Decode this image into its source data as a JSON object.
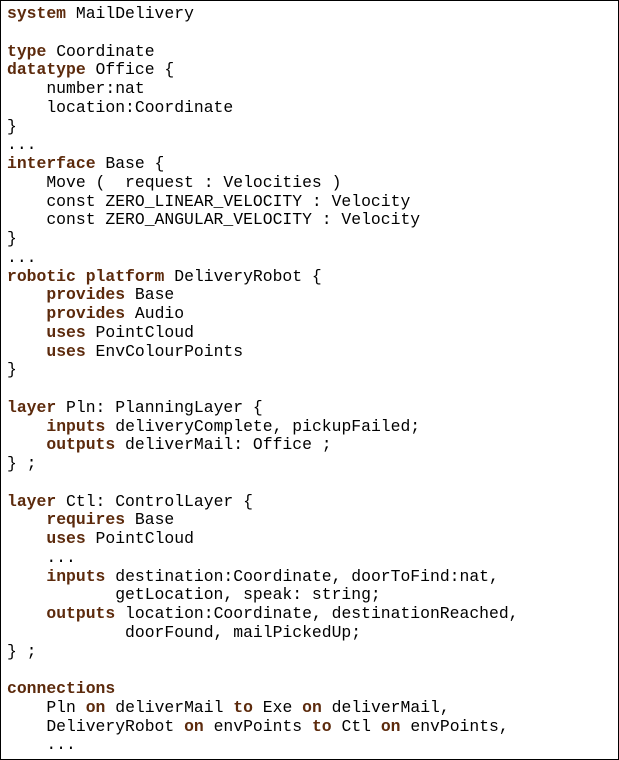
{
  "colors": {
    "keyword": "#5c2a0c",
    "text": "#000000",
    "background": "#ffffff",
    "border": "#000000"
  },
  "code_lines": [
    [
      {
        "k": true,
        "t": "system"
      },
      {
        "k": false,
        "t": " MailDelivery"
      }
    ],
    [],
    [
      {
        "k": true,
        "t": "type"
      },
      {
        "k": false,
        "t": " Coordinate"
      }
    ],
    [
      {
        "k": true,
        "t": "datatype"
      },
      {
        "k": false,
        "t": " Office {"
      }
    ],
    [
      {
        "k": false,
        "t": "    number:nat"
      }
    ],
    [
      {
        "k": false,
        "t": "    location:Coordinate"
      }
    ],
    [
      {
        "k": false,
        "t": "}"
      }
    ],
    [
      {
        "k": false,
        "t": "..."
      }
    ],
    [
      {
        "k": true,
        "t": "interface"
      },
      {
        "k": false,
        "t": " Base {"
      }
    ],
    [
      {
        "k": false,
        "t": "    Move (  request : Velocities )"
      }
    ],
    [
      {
        "k": false,
        "t": "    const ZERO_LINEAR_VELOCITY : Velocity"
      }
    ],
    [
      {
        "k": false,
        "t": "    const ZERO_ANGULAR_VELOCITY : Velocity"
      }
    ],
    [
      {
        "k": false,
        "t": "}"
      }
    ],
    [
      {
        "k": false,
        "t": "..."
      }
    ],
    [
      {
        "k": true,
        "t": "robotic platform"
      },
      {
        "k": false,
        "t": " DeliveryRobot {"
      }
    ],
    [
      {
        "k": false,
        "t": "    "
      },
      {
        "k": true,
        "t": "provides"
      },
      {
        "k": false,
        "t": " Base"
      }
    ],
    [
      {
        "k": false,
        "t": "    "
      },
      {
        "k": true,
        "t": "provides"
      },
      {
        "k": false,
        "t": " Audio"
      }
    ],
    [
      {
        "k": false,
        "t": "    "
      },
      {
        "k": true,
        "t": "uses"
      },
      {
        "k": false,
        "t": " PointCloud"
      }
    ],
    [
      {
        "k": false,
        "t": "    "
      },
      {
        "k": true,
        "t": "uses"
      },
      {
        "k": false,
        "t": " EnvColourPoints"
      }
    ],
    [
      {
        "k": false,
        "t": "}"
      }
    ],
    [],
    [
      {
        "k": true,
        "t": "layer"
      },
      {
        "k": false,
        "t": " Pln: PlanningLayer {"
      }
    ],
    [
      {
        "k": false,
        "t": "    "
      },
      {
        "k": true,
        "t": "inputs"
      },
      {
        "k": false,
        "t": " deliveryComplete, pickupFailed;"
      }
    ],
    [
      {
        "k": false,
        "t": "    "
      },
      {
        "k": true,
        "t": "outputs"
      },
      {
        "k": false,
        "t": " deliverMail: Office ;"
      }
    ],
    [
      {
        "k": false,
        "t": "} ;"
      }
    ],
    [],
    [
      {
        "k": true,
        "t": "layer"
      },
      {
        "k": false,
        "t": " Ctl: ControlLayer {"
      }
    ],
    [
      {
        "k": false,
        "t": "    "
      },
      {
        "k": true,
        "t": "requires"
      },
      {
        "k": false,
        "t": " Base"
      }
    ],
    [
      {
        "k": false,
        "t": "    "
      },
      {
        "k": true,
        "t": "uses"
      },
      {
        "k": false,
        "t": " PointCloud"
      }
    ],
    [
      {
        "k": false,
        "t": "    ..."
      }
    ],
    [
      {
        "k": false,
        "t": "    "
      },
      {
        "k": true,
        "t": "inputs"
      },
      {
        "k": false,
        "t": " destination:Coordinate, doorToFind:nat,"
      }
    ],
    [
      {
        "k": false,
        "t": "           getLocation, speak: string;"
      }
    ],
    [
      {
        "k": false,
        "t": "    "
      },
      {
        "k": true,
        "t": "outputs"
      },
      {
        "k": false,
        "t": " location:Coordinate, destinationReached,"
      }
    ],
    [
      {
        "k": false,
        "t": "            doorFound, mailPickedUp;"
      }
    ],
    [
      {
        "k": false,
        "t": "} ;"
      }
    ],
    [],
    [
      {
        "k": true,
        "t": "connections"
      }
    ],
    [
      {
        "k": false,
        "t": "    Pln "
      },
      {
        "k": true,
        "t": "on"
      },
      {
        "k": false,
        "t": " deliverMail "
      },
      {
        "k": true,
        "t": "to"
      },
      {
        "k": false,
        "t": " Exe "
      },
      {
        "k": true,
        "t": "on"
      },
      {
        "k": false,
        "t": " deliverMail,"
      }
    ],
    [
      {
        "k": false,
        "t": "    DeliveryRobot "
      },
      {
        "k": true,
        "t": "on"
      },
      {
        "k": false,
        "t": " envPoints "
      },
      {
        "k": true,
        "t": "to"
      },
      {
        "k": false,
        "t": " Ctl "
      },
      {
        "k": true,
        "t": "on"
      },
      {
        "k": false,
        "t": " envPoints,"
      }
    ],
    [
      {
        "k": false,
        "t": "    ..."
      }
    ]
  ]
}
